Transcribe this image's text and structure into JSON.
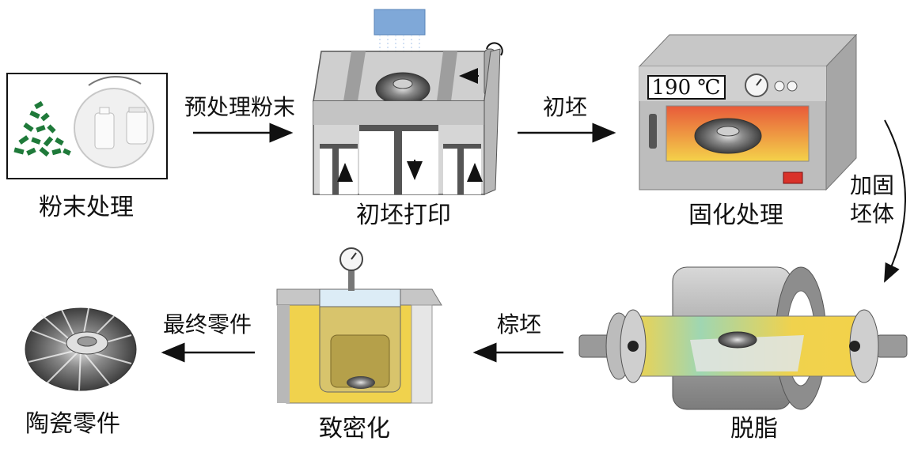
{
  "steps": {
    "powder": "粉末处理",
    "print": "初坯打印",
    "cure": "固化处理",
    "debind": "脱脂",
    "densify": "致密化",
    "ceramic": "陶瓷零件"
  },
  "arrows": {
    "pretreat": "预处理粉末",
    "green": "初坯",
    "reinforce_line1": "加固",
    "reinforce_line2": "坯体",
    "brown": "棕坯",
    "final": "最终零件"
  },
  "oven": {
    "temperature": "190 ℃"
  },
  "colors": {
    "heat_gradient_top": "#e85a3a",
    "heat_gradient_bottom": "#f4d24a",
    "furnace_yellow": "#f1d24c",
    "furnace_green": "#8fd0b0",
    "densify_liquid": "#e9c43a",
    "metal_gray": "#9a9a9a"
  }
}
